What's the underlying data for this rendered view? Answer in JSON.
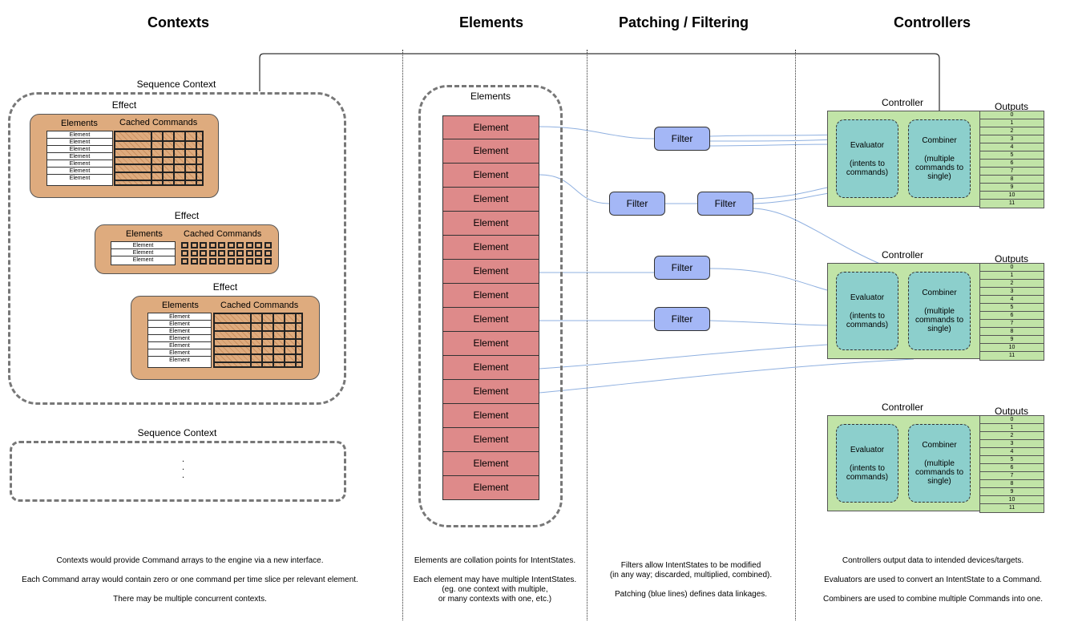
{
  "headings": {
    "contexts": "Contexts",
    "elements": "Elements",
    "patching": "Patching / Filtering",
    "controllers": "Controllers"
  },
  "contexts": {
    "sequence_label_1": "Sequence Context",
    "sequence_label_2": "Sequence Context",
    "ellipsis": ".\n.\n.",
    "effects": [
      {
        "title": "Effect",
        "elements_header": "Elements",
        "cached_header": "Cached Commands",
        "rows": [
          "Element",
          "Element",
          "Element",
          "Element",
          "Element",
          "Element",
          "Element"
        ]
      },
      {
        "title": "Effect",
        "elements_header": "Elements",
        "cached_header": "Cached Commands",
        "rows": [
          "Element",
          "Element",
          "Element"
        ]
      },
      {
        "title": "Effect",
        "elements_header": "Elements",
        "cached_header": "Cached Commands",
        "rows": [
          "Element",
          "Element",
          "Element",
          "Element",
          "Element",
          "Element",
          "Element"
        ]
      }
    ]
  },
  "elements": {
    "box_label": "Elements",
    "items": [
      "Element",
      "Element",
      "Element",
      "Element",
      "Element",
      "Element",
      "Element",
      "Element",
      "Element",
      "Element",
      "Element",
      "Element",
      "Element",
      "Element",
      "Element",
      "Element"
    ]
  },
  "filters": {
    "label": "Filter"
  },
  "controllers": {
    "title": "Controller",
    "outputs_title": "Outputs",
    "evaluator": "Evaluator",
    "evaluator_sub": "(intents to commands)",
    "combiner": "Combiner",
    "combiner_sub": "(multiple commands to single)",
    "output_numbers": [
      "0",
      "1",
      "2",
      "3",
      "4",
      "5",
      "6",
      "7",
      "8",
      "9",
      "10",
      "11"
    ]
  },
  "notes": {
    "contexts": [
      "Contexts would provide Command arrays to the engine via a new interface.",
      "Each Command array would contain zero or one command per time slice per relevant element.",
      "There may be multiple concurrent contexts."
    ],
    "elements": [
      "Elements are collation points for IntentStates.",
      "Each element may have multiple IntentStates.",
      "(eg. one context with multiple,",
      "or many contexts with one, etc.)"
    ],
    "patching": [
      "Filters allow IntentStates to be modified",
      "(in any way; discarded, multiplied, combined).",
      "Patching (blue lines) defines data linkages."
    ],
    "controllers": [
      "Controllers output data to intended devices/targets.",
      "Evaluators are used to convert an IntentState to a Command.",
      "Combiners are used to combine multiple Commands into one."
    ]
  },
  "colors": {
    "effect": "#deab7e",
    "element": "#de8a8a",
    "filter": "#a4b7f6",
    "controller": "#c1e4a7",
    "subunit": "#8ccfcc",
    "patch_line": "#8fb0e0"
  }
}
